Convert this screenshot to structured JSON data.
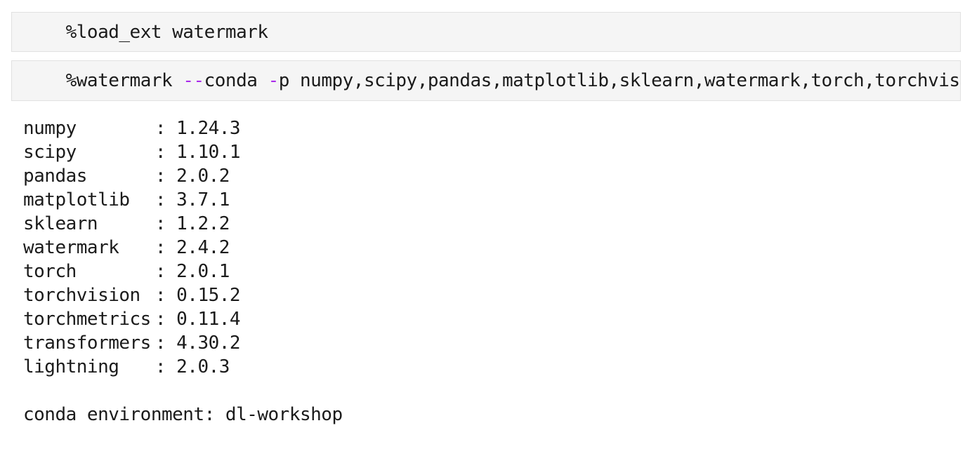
{
  "cells": [
    {
      "source": "%load_ext watermark"
    },
    {
      "tokens": [
        {
          "text": "%watermark ",
          "type": "plain"
        },
        {
          "text": "--",
          "type": "operator"
        },
        {
          "text": "conda",
          "type": "plain"
        },
        {
          "text": " ",
          "type": "plain"
        },
        {
          "text": "-",
          "type": "operator"
        },
        {
          "text": "p",
          "type": "plain"
        },
        {
          "text": " numpy,scipy,pandas,matplotlib,sklearn,watermark,torch,torchvisi",
          "type": "plain"
        }
      ]
    }
  ],
  "output": {
    "separator": ": ",
    "packages": [
      {
        "name": "numpy",
        "version": "1.24.3"
      },
      {
        "name": "scipy",
        "version": "1.10.1"
      },
      {
        "name": "pandas",
        "version": "2.0.2"
      },
      {
        "name": "matplotlib",
        "version": "3.7.1"
      },
      {
        "name": "sklearn",
        "version": "1.2.2"
      },
      {
        "name": "watermark",
        "version": "2.4.2"
      },
      {
        "name": "torch",
        "version": "2.0.1"
      },
      {
        "name": "torchvision",
        "version": "0.15.2"
      },
      {
        "name": "torchmetrics",
        "version": "0.11.4"
      },
      {
        "name": "transformers",
        "version": "4.30.2"
      },
      {
        "name": "lightning",
        "version": "2.0.3"
      }
    ],
    "conda_line": "conda environment: dl-workshop"
  },
  "colors": {
    "cell_background": "#f5f5f5",
    "cell_border": "#e1e1e1",
    "code_text": "#1b1b1b",
    "operator_accent": "#aa2beb",
    "page_background": "#ffffff"
  }
}
